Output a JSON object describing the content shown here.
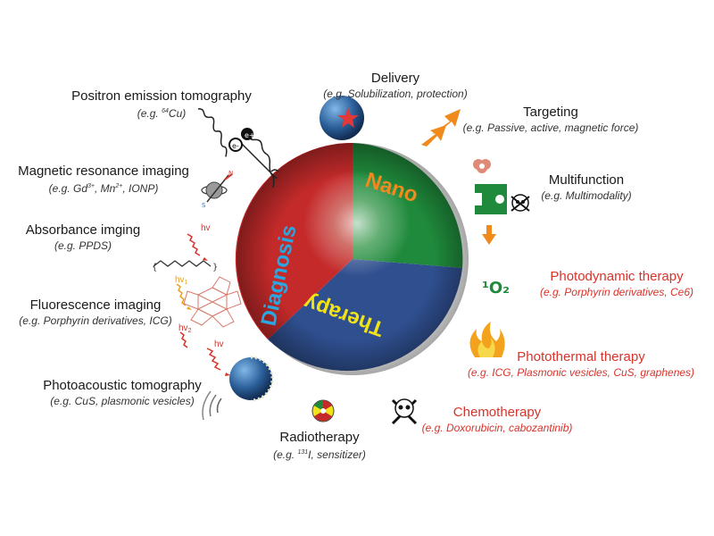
{
  "center": {
    "segments": [
      {
        "label": "Nano",
        "color": "#1f8a3b",
        "label_color": "#f08a1c"
      },
      {
        "label": "Therapy",
        "color": "#2f4f8f",
        "label_color": "#f2e318"
      },
      {
        "label": "Diagnosis",
        "color": "#c42a2a",
        "label_color": "#2aa7e0"
      }
    ]
  },
  "diagnosis": {
    "pet": {
      "title": "Positron emission tomography",
      "example_pre": "(e.g. ",
      "example_sup": "64",
      "example_post": "Cu)"
    },
    "mri": {
      "title": "Magnetic resonance imaging",
      "example_pre": "(e.g. Gd",
      "example_sup": "3+",
      "example_mid": ", Mn",
      "example_sup2": "2+",
      "example_post": ", IONP)"
    },
    "absorbance": {
      "title": "Absorbance imging",
      "example": "(e.g. PPDS)"
    },
    "fluorescence": {
      "title": "Fluorescence imaging",
      "example": "(e.g. Porphyrin derivatives, ICG)"
    },
    "photoacoustic": {
      "title": "Photoacoustic tomography",
      "example": "(e.g. CuS, plasmonic vesicles)"
    }
  },
  "nano": {
    "delivery": {
      "title": "Delivery",
      "example": "(e.g. Solubilization, protection)"
    },
    "targeting": {
      "title": "Targeting",
      "example": "(e.g. Passive, active, magnetic force)"
    },
    "multifunction": {
      "title": "Multifunction",
      "example": "(e.g. Multimodality)"
    }
  },
  "therapy": {
    "photodynamic": {
      "title": "Photodynamic therapy",
      "example": "(e.g. Porphyrin derivatives, Ce6)"
    },
    "photothermal": {
      "title": "Photothermal therapy",
      "example": "(e.g. ICG, Plasmonic vesicles, CuS, graphenes)"
    },
    "chemotherapy": {
      "title": "Chemotherapy",
      "example": "(e.g. Doxorubicin, cabozantinib)"
    },
    "radiotherapy": {
      "title": "Radiotherapy",
      "example_pre": "(e.g. ",
      "example_sup": "131",
      "example_post": "I, sensitizer)"
    }
  },
  "icon_labels": {
    "hv": "hv",
    "hv1": "hv",
    "hv1_sub": "1",
    "hv2": "hv",
    "hv2_sub": "2",
    "singlet_oxygen": "¹O₂"
  },
  "colors": {
    "therapy_text": "#d8332a",
    "nano_green": "#1f8a3b",
    "therapy_blue": "#2f4f8f",
    "diagnosis_red": "#c42a2a",
    "targeting_orange": "#f08a1c"
  }
}
